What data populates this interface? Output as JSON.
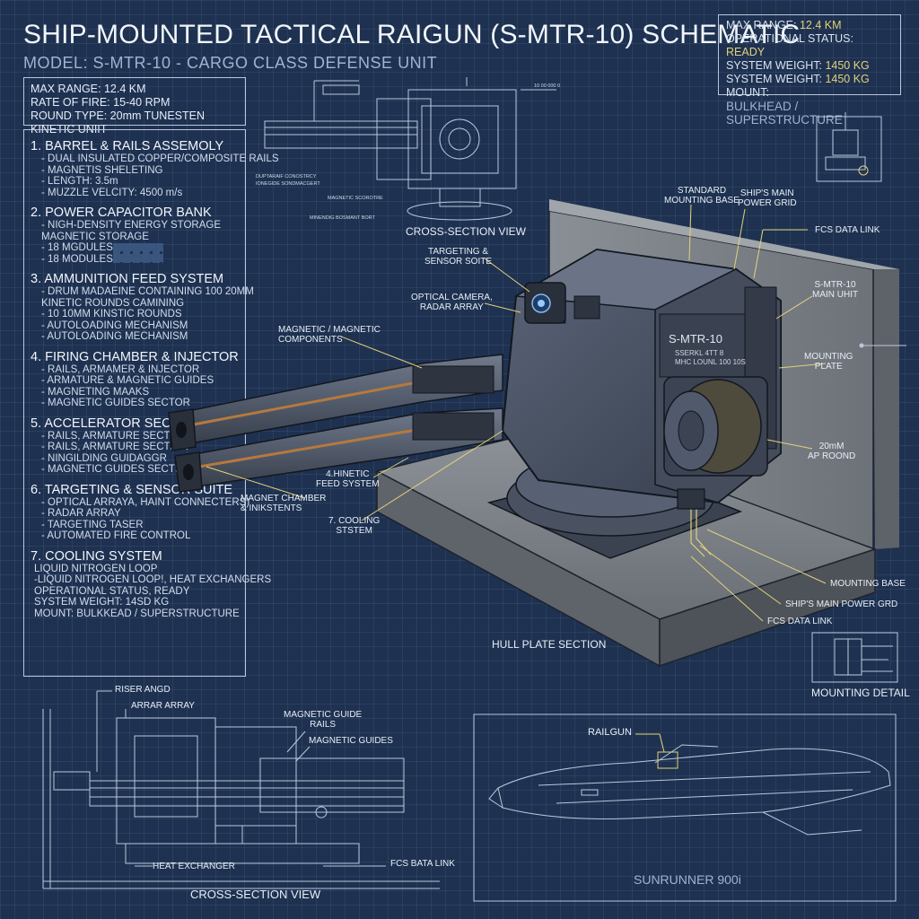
{
  "header": {
    "title": "SHIP-MOUNTED TACTICAL RAIGUN (S-MTR-10) SCHEMATIC",
    "subtitle": "MODEL: S-MTR-10 - CARGO CLASS DEFENSE UNIT"
  },
  "status_box": {
    "lines": [
      {
        "label": "MAX RANGE: ",
        "value": "12.4 KM"
      },
      {
        "label": "OPERATIONAL STATUS: ",
        "value": "READY"
      },
      {
        "label": "SYSTEM WEIGHT: ",
        "value": "1450 KG"
      },
      {
        "label": "SYSTEM WEIGHT: ",
        "value": "1450 KG"
      }
    ],
    "mount_label": "MOUNT:",
    "mount_value": "BULKHEAD / SUPERSTRUCTURE"
  },
  "spec_box": {
    "line1": "MAX RANGE: 12.4 KM",
    "line2": "RATE OF FIRE: 15-40 RPM",
    "line3": "ROUND TYPE: 20mm TUNESTEN KINETIC UNIIT"
  },
  "sections": [
    {
      "heading": "1. BARREL & RAILS ASSEMOLY",
      "items": [
        "- DUAL INSULATED COPPER/COMPOSITE RAILS",
        "- MAGNETIS SHELETING",
        "- LENGTH: 3.5m",
        "- MUZZLE VELCITY: 4500 m/s"
      ]
    },
    {
      "heading": "2. POWER CAPACITOR BANK",
      "items": [
        "- NIGH-DENSITY ENERGY STORAGE",
        "  MAGNETIC STORAGE",
        "- 18 MGDULES",
        "- 18 MODULES"
      ]
    },
    {
      "heading": "3. AMMUNITION FEED SYSTEM",
      "items": [
        "- DRUM MADAEINE CONTAINING 100 20MM",
        "  KINETIC ROUNDS CAMINING",
        "- 10 10MM KINSTIC ROUNDS",
        "- AUTOLOADING MECHANISM",
        "- AUTOLOADING MECHANISM"
      ]
    },
    {
      "heading": "4. FIRING CHAMBER & INJECTOR",
      "items": [
        "- RAILS, ARMAMER & INJECTOR",
        "- ARMATURE & MAGNETIC GUIDES",
        "- MAGNETING MAAKS",
        "- MAGNETIC GUIDES SECTOR"
      ]
    },
    {
      "heading": "5. ACCELERATOR SECTION",
      "items": [
        "- RAILS, ARMATURE SECTION",
        "- RAILS, ARMATURE SECTION",
        "- NINGILDING GUIDAGGR",
        "- MAGNETIC GUIDES SECTION"
      ]
    },
    {
      "heading": "6. TARGETING & SENSOR SUITE",
      "items": [
        "- OPTICAL ARRAYA, HAINT CONNECTERS)",
        "- RADAR ARRAY",
        "- TARGETING TASER",
        "- AUTOMATED FIRE CONTROL"
      ]
    }
  ],
  "cooling": {
    "heading": "7. COOLING SYSTEM",
    "lines": [
      "LIQUID NITROGEN LOOP",
      "-LIQUID NITROGEN LOOP!, HEAT EXCHANGERS",
      "OPERATIONAL STATUS, READY",
      "SYSTEM WEIGHT: 14SD KG",
      "MOUNT: BULKKEAD / SUPERSTRUCTURE"
    ]
  },
  "top_section": {
    "caption": "CROSS-SECTION VIEW",
    "tags": [
      "10 00 000 0",
      "DUPTARAIF CONOSTRCY",
      "IONEGIDE SONDMACGERT",
      "MAGNETIC SCOROTRE",
      "MINENDIG BOSMANT BORT"
    ]
  },
  "callouts": {
    "targeting_sensor": "TARGETING &\nSENSOR SOITE",
    "optical_camera": "OPTICAL CAMERA,\nRADAR ARRAY",
    "magnetic_components": "MAGNETIC / MAGNETIC\nCOMPONENTS",
    "standard_mounting": "STANDARD\nMOUNTING BASE",
    "ships_main_grid_top": "SHIP'S MAIN\nPOWER GRID",
    "fcs_data_link_top": "FCS DATA LINK",
    "main_unit": "S-MTR-10\nMAIN UHIT",
    "mounting_plate": "MOUNTING\nPLATE",
    "ap_round": "20mM\nAP ROOND",
    "kinetic_feed": "4.HINETIC\nFEED SYSTEM",
    "cooling_system": "7. COOLING\nSTSTEM",
    "magnet_chamber": "MAGNET CHAMBER\n& INIKSTENTS",
    "mounting_base": "MOUNTING BASE",
    "ships_main_grid": "SHIP'S MAIN POWER GRD",
    "fcs_data_link": "FCS DATA LINK",
    "hull_plate": "HULL PLATE SECTION",
    "mounting_detail": "MOUNTING DETAIL",
    "turret_label1": "S-MTR-10",
    "turret_label2": "SSERKL 4TT 8",
    "turret_label3": "MHC LOUNL 100 10S"
  },
  "bottom_left": {
    "riser": "RISER ANGD",
    "arrar": "ARRAR ARRAY",
    "guide_rails": "MAGNETIC GUIDE\nRAILS",
    "guides": "MAGNETIC GUIDES",
    "heat_exchanger": "HEAT EXCHANGER",
    "fcs_bata": "FCS BATA LINK",
    "caption": "CROSS-SECTION VIEW"
  },
  "ship_panel": {
    "railgun": "RAILGUN",
    "name": "SUNRUNNER 900i"
  },
  "colors": {
    "background": "#1e3150",
    "line": "#b9c8dc",
    "accent_yellow": "#e2d27a",
    "turret": "#4a5466"
  }
}
